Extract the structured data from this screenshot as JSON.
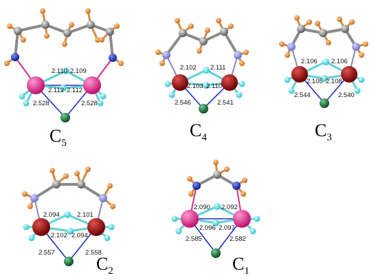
{
  "panels": [
    {
      "id": "c5",
      "label_main": "C",
      "label_sub": "5",
      "distances": [
        "2.110",
        "2.109",
        "2.112",
        "2.112",
        "2.528",
        "2.528"
      ]
    },
    {
      "id": "c4",
      "label_main": "C",
      "label_sub": "4",
      "distances": [
        "2.102",
        "2.111",
        "2.103",
        "2.110",
        "2.546",
        "2.541"
      ]
    },
    {
      "id": "c3",
      "label_main": "C",
      "label_sub": "3",
      "distances": [
        "2.106",
        "2.106",
        "2.105",
        "2.108",
        "2.544",
        "2.540"
      ]
    },
    {
      "id": "c2",
      "label_main": "C",
      "label_sub": "2",
      "distances": [
        "2.094",
        "2.101",
        "2.102",
        "2.094",
        "2.557",
        "2.558"
      ]
    },
    {
      "id": "c1",
      "label_main": "C",
      "label_sub": "1",
      "distances": [
        "2.090",
        "2.092",
        "2.096",
        "2.097",
        "2.585",
        "2.582"
      ]
    }
  ],
  "colors": {
    "carbon": "#8a8a8a",
    "hydrogen_chain": "#e58a2a",
    "hydrogen_metal": "#5fe0e6",
    "nitrogen": "#1f3fbf",
    "nitrogen_light": "#8a90e0",
    "metal_pink": "#e0288c",
    "metal_red": "#a01010",
    "halide": "#1b6e3a",
    "bond_metal": "#1f2fbf"
  }
}
